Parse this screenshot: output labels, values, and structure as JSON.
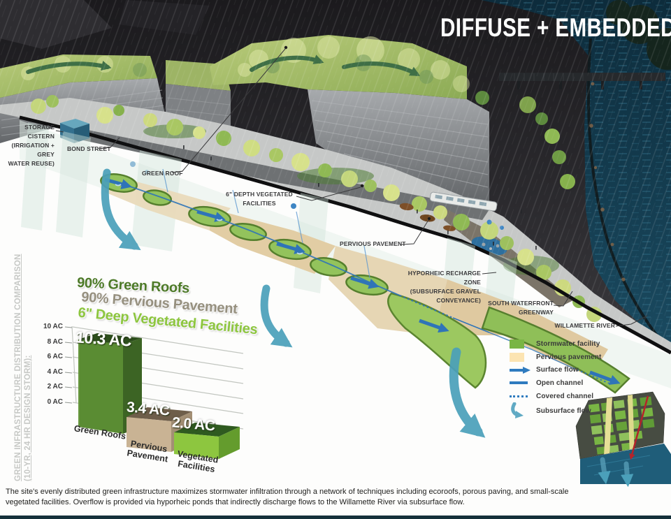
{
  "title": "DIFFUSE + EMBEDDED",
  "labels": {
    "storage_cistern": [
      "STORAGE CISTERN",
      "(IRRIGATION + GREY",
      "WATER REUSE)"
    ],
    "bond_street": "BOND STREET",
    "green_roof": "GREEN ROOF",
    "vegetated_facilities": [
      "6\" DEPTH VEGETATED",
      "FACILITIES"
    ],
    "pervious_pavement": "PERVIOUS PAVEMENT",
    "hyporheic_recharge": [
      "HYPORHEIC RECHARGE ZONE",
      "(SUBSURFACE GRAVEL",
      "CONVEYANCE)"
    ],
    "south_waterfront": [
      "SOUTH WATERFRONT",
      "GREENWAY"
    ],
    "willamette_river": "WILLAMETTE RIVER"
  },
  "sidebar": {
    "line1": "GREEN INFRASTRUCTURE DISTRIBUTION COMPARISON",
    "line2": "(10-YR, 24 HR DESIGN STORM):"
  },
  "chart_data": {
    "type": "bar",
    "title": "GREEN INFRASTRUCTURE DISTRIBUTION COMPARISON (10-YR, 24 HR DESIGN STORM)",
    "headlines": [
      "90% Green Roofs",
      "90% Pervious Pavement",
      "6\" Deep Vegetated Facilities"
    ],
    "categories": [
      "Green Roofs",
      "Pervious Pavement",
      "Vegetated Facilities"
    ],
    "values": [
      10.3,
      3.4,
      2.0
    ],
    "value_labels": [
      "10.3 AC",
      "3.4 AC",
      "2.0 AC"
    ],
    "unit": "AC",
    "ylim": [
      0,
      10
    ],
    "y_ticks": [
      10,
      8,
      6,
      4,
      2,
      0
    ],
    "y_tick_labels": [
      "10 AC",
      "8 AC",
      "6 AC",
      "4 AC",
      "2 AC",
      "0 AC"
    ],
    "grid": true,
    "style": "3d-perspective",
    "bar_colors": [
      "#5a8c33",
      "#c9b394",
      "#8dc63f"
    ]
  },
  "legend": {
    "items": [
      {
        "label": "Stormwater facility",
        "icon": "green-swatch",
        "color": "#79b544"
      },
      {
        "label": "Pervious pavement",
        "icon": "tan-swatch",
        "color": "#fce4b2"
      },
      {
        "label": "Surface flow",
        "icon": "arrow",
        "color": "#2f7bbf"
      },
      {
        "label": "Open channel",
        "icon": "solid-line",
        "color": "#2f7bbf"
      },
      {
        "label": "Covered channel",
        "icon": "dotted-line",
        "color": "#2f7bbf"
      },
      {
        "label": "Subsurface flow",
        "icon": "curved-arrow",
        "color": "#61aac4"
      }
    ]
  },
  "caption": "The site's evenly distributed green infrastructure maximizes stormwater infiltration through a network of techniques including ecoroofs, porous paving, and small-scale vegetated facilities.  Overflow is provided via hyporheic ponds that indirectly discharge flows to the Willamette River via subsurface flow.",
  "colors": {
    "accent_green": "#79b544",
    "bright_green": "#8dc63f",
    "dark_green": "#4d7a28",
    "headline_grey": "#96907f",
    "tan": "#fce4b2",
    "flow_blue": "#2f7bbf",
    "subsurface_teal": "#4ba0ba",
    "river": "#143c4e"
  }
}
